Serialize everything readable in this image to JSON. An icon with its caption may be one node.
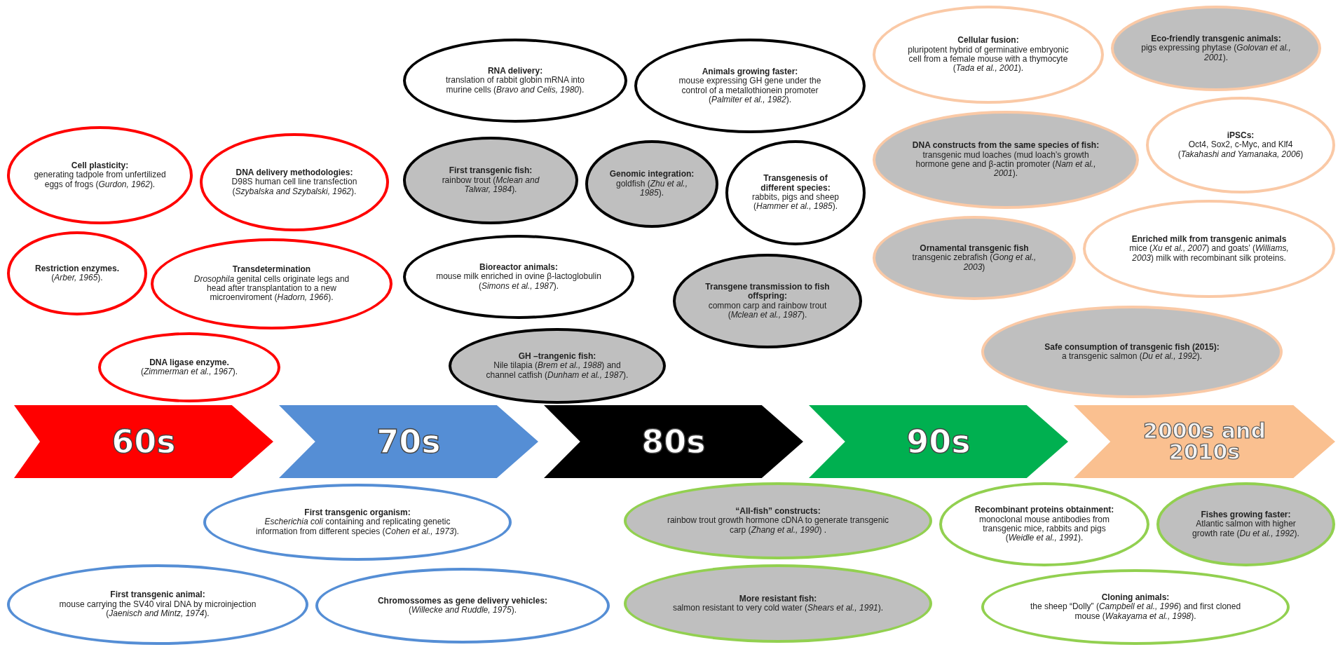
{
  "diagram": {
    "nodes": [
      {
        "text": [
          "Cell plasticity:",
          "generating tadpole from unfertilized eggs of frogs (*Gurdon, 1962*)."
        ]
      },
      {
        "text": [
          "DNA delivery methodologies:",
          "D98S human cell line transfection (*Szybalska and Szybalski, 1962*)."
        ]
      },
      {
        "text": [
          "Restriction enzymes.",
          "(*Arber, 1965*)."
        ]
      },
      {
        "text": [
          "Transdetermination",
          "*Drosophila* genital cells originate legs and head after transplantation to a new microenviroment (*Hadorn, 1966*)."
        ]
      },
      {
        "text": [
          "DNA ligase enzyme.",
          "(*Zimmerman et al., 1967*)."
        ]
      },
      {
        "text": [
          "RNA delivery:",
          "translation of rabbit globin mRNA into murine cells (*Bravo and Celis, 1980*)."
        ]
      },
      {
        "text": [
          "Animals growing faster:",
          "mouse expressing GH gene under the control of a metallothionein promoter (*Palmiter et al., 1982*)."
        ]
      },
      {
        "text": [
          "First transgenic fish:",
          "rainbow trout (*Mclean and Talwar, 1984*)."
        ]
      },
      {
        "text": [
          "Genomic integration:",
          "goldfish (*Zhu et al., 1985*)."
        ]
      },
      {
        "text": [
          "Bioreactor animals:",
          "mouse milk enriched in ovine β-lactoglobulin (*Simons et al., 1987*)."
        ]
      },
      {
        "text": [
          "Transgenesis of different species:",
          "rabbits, pigs and sheep (*Hammer et al., 1985*)."
        ]
      },
      {
        "text": [
          "GH –trangenic fish:",
          "Nile tilapia (*Brem et al., 1988*) and channel catfish (*Dunham et al., 1987*)."
        ]
      },
      {
        "text": [
          "Transgene transmission to fish offspring:",
          "common carp and rainbow trout (*Mclean et al., 1987*)."
        ]
      },
      {
        "text": [
          "Cellular fusion:",
          "pluripotent hybrid of germinative embryonic cell from a female mouse with a thymocyte (*Tada et al., 2001*)."
        ]
      },
      {
        "text": [
          "Eco-friendly transgenic animals:",
          "pigs expressing phytase (*Golovan et al., 2001*)."
        ]
      },
      {
        "text": [
          "DNA constructs from the same species of fish:",
          "transgenic mud loaches (mud loach’s growth hormone gene and β-actin promoter (*Nam et al., 2001*)."
        ]
      },
      {
        "text": [
          "iPSCs:",
          "Oct4, Sox2, c-Myc, and Klf4 (*Takahashi and Yamanaka, 2006*)"
        ]
      },
      {
        "text": [
          "Ornamental transgenic fish",
          "transgenic zebrafish (*Gong et al., 2003*)"
        ]
      },
      {
        "text": [
          "Enriched milk from transgenic animals",
          "mice (*Xu et al., 2007*) and goats’ (*Williams, 2003*) milk with recombinant silk proteins."
        ]
      },
      {
        "text": [
          "Safe consumption of transgenic fish (2015):",
          "a transgenic salmon (*Du et al., 1992*)."
        ]
      },
      {
        "text": [
          "60s"
        ]
      },
      {
        "text": [
          "70s"
        ]
      },
      {
        "text": [
          "80s"
        ]
      },
      {
        "text": [
          "90s"
        ]
      },
      {
        "text": [
          "2000s and 2010s"
        ]
      },
      {
        "text": [
          "First transgenic organism:",
          "*Escherichia coli* containing and replicating genetic information from different species (*Cohen et al., 1973*)."
        ]
      },
      {
        "text": [
          "“All-fish” constructs:",
          "rainbow trout growth hormone cDNA to generate transgenic carp (*Zhang et al., 1990*) ."
        ]
      },
      {
        "text": [
          "Recombinant proteins obtainment:",
          "monoclonal mouse antibodies from transgenic mice, rabbits and pigs (*Weidle et al., 1991*)."
        ]
      },
      {
        "text": [
          "More resistant fish:",
          "salmon resistant to very cold water (*Shears et al., 1991*)."
        ]
      },
      {
        "text": [
          "First transgenic animal:",
          "mouse carrying the SV40 viral DNA by microinjection (*Jaenisch and Mintz, 1974*)."
        ]
      },
      {
        "text": [
          "Chromossomes as gene delivery vehicles:",
          "(*Willecke and Ruddle, 1975*)."
        ]
      },
      {
        "text": [
          "Fishes growing faster:",
          "Atlantic salmon with higher growth rate (*Du et al., 1992*)."
        ]
      },
      {
        "text": [
          "Cloning animals:",
          "the sheep “Dolly” (*Campbell et al., 1996*) and first cloned mouse (*Wakayama et al., 1998*)."
        ]
      }
    ]
  }
}
